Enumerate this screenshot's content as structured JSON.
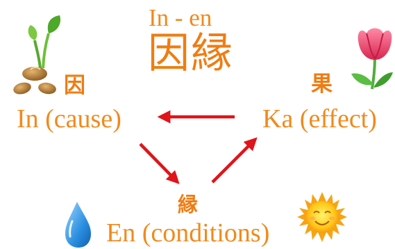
{
  "title": {
    "romaji": "In - en",
    "kanji": "因縁"
  },
  "nodes": {
    "in": {
      "kanji": "因",
      "label": "In (cause)"
    },
    "ka": {
      "kanji": "果",
      "label": "Ka (effect)"
    },
    "en": {
      "kanji": "縁",
      "label": "En (conditions)"
    }
  },
  "colors": {
    "text": "#ef7d12",
    "arrow": "#e0141a"
  },
  "icons": [
    "sprouting-seed-icon",
    "tulip-icon",
    "water-drop-icon",
    "smiling-sun-icon"
  ]
}
